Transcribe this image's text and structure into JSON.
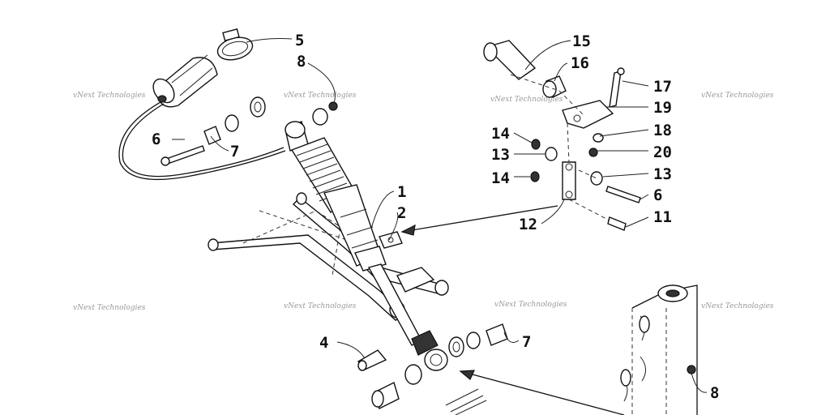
{
  "diagram": {
    "watermark_text": "vNext Technologies",
    "callouts": [
      {
        "id": "c5",
        "label": "5"
      },
      {
        "id": "c8a",
        "label": "8"
      },
      {
        "id": "c6a",
        "label": "6"
      },
      {
        "id": "c7a",
        "label": "7"
      },
      {
        "id": "c1",
        "label": "1"
      },
      {
        "id": "c2",
        "label": "2"
      },
      {
        "id": "c4",
        "label": "4"
      },
      {
        "id": "c7b",
        "label": "7"
      },
      {
        "id": "c8b",
        "label": "8"
      },
      {
        "id": "c15",
        "label": "15"
      },
      {
        "id": "c16",
        "label": "16"
      },
      {
        "id": "c17",
        "label": "17"
      },
      {
        "id": "c19",
        "label": "19"
      },
      {
        "id": "c18",
        "label": "18"
      },
      {
        "id": "c20",
        "label": "20"
      },
      {
        "id": "c14a",
        "label": "14"
      },
      {
        "id": "c13a",
        "label": "13"
      },
      {
        "id": "c14b",
        "label": "14"
      },
      {
        "id": "c13b",
        "label": "13"
      },
      {
        "id": "c6b",
        "label": "6"
      },
      {
        "id": "c11",
        "label": "11"
      },
      {
        "id": "c12",
        "label": "12"
      }
    ]
  }
}
